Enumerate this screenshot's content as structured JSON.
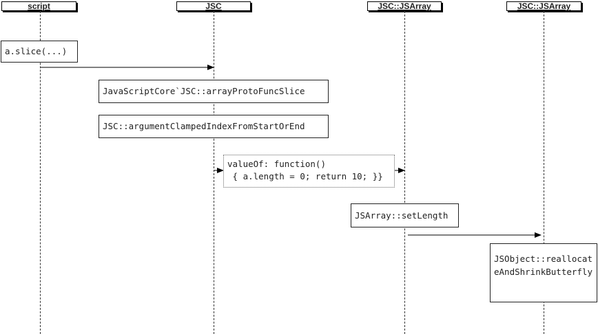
{
  "lifelines": [
    {
      "id": "script",
      "label": "script"
    },
    {
      "id": "jsc",
      "label": "JSC"
    },
    {
      "id": "jsarray1",
      "label": "JSC::JSArray"
    },
    {
      "id": "jsarray2",
      "label": "JSC::JSArray"
    }
  ],
  "notes": {
    "call": "a.slice(...)",
    "array_proto_func_slice": "JavaScriptCore`JSC::arrayProtoFuncSlice",
    "argument_clamped": "JSC::argumentClampedIndexFromStartOrEnd",
    "value_of": "valueOf: function()\n { a.length = 0; return 10; }}",
    "set_length": "JSArray::setLength",
    "realloc": "JSObject::reallocateAndShrinkButterfly"
  }
}
